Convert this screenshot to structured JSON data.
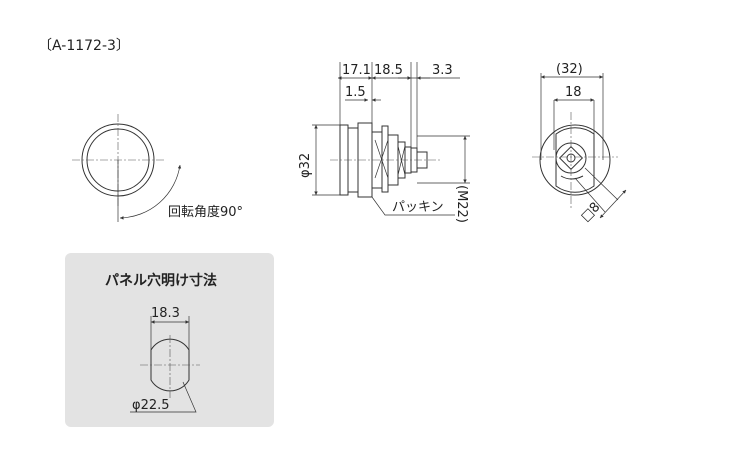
{
  "title": "〔A-1172-3〕",
  "front_view": {
    "rotation_label": "回転角度90°"
  },
  "side_view": {
    "dim_17_1": "17.1",
    "dim_18_5": "18.5",
    "dim_3_3": "3.3",
    "dim_1_5": "1.5",
    "dim_phi32": "φ32",
    "dim_m22": "(M22)",
    "packing_label": "パッキン"
  },
  "rear_view": {
    "dim_32": "(32)",
    "dim_18": "18",
    "dim_sq8": "□8"
  },
  "panel_cutout": {
    "title": "パネル穴明け寸法",
    "dim_width": "18.3",
    "dim_diameter": "φ22.5",
    "bg_color": "#e3e3e3"
  }
}
